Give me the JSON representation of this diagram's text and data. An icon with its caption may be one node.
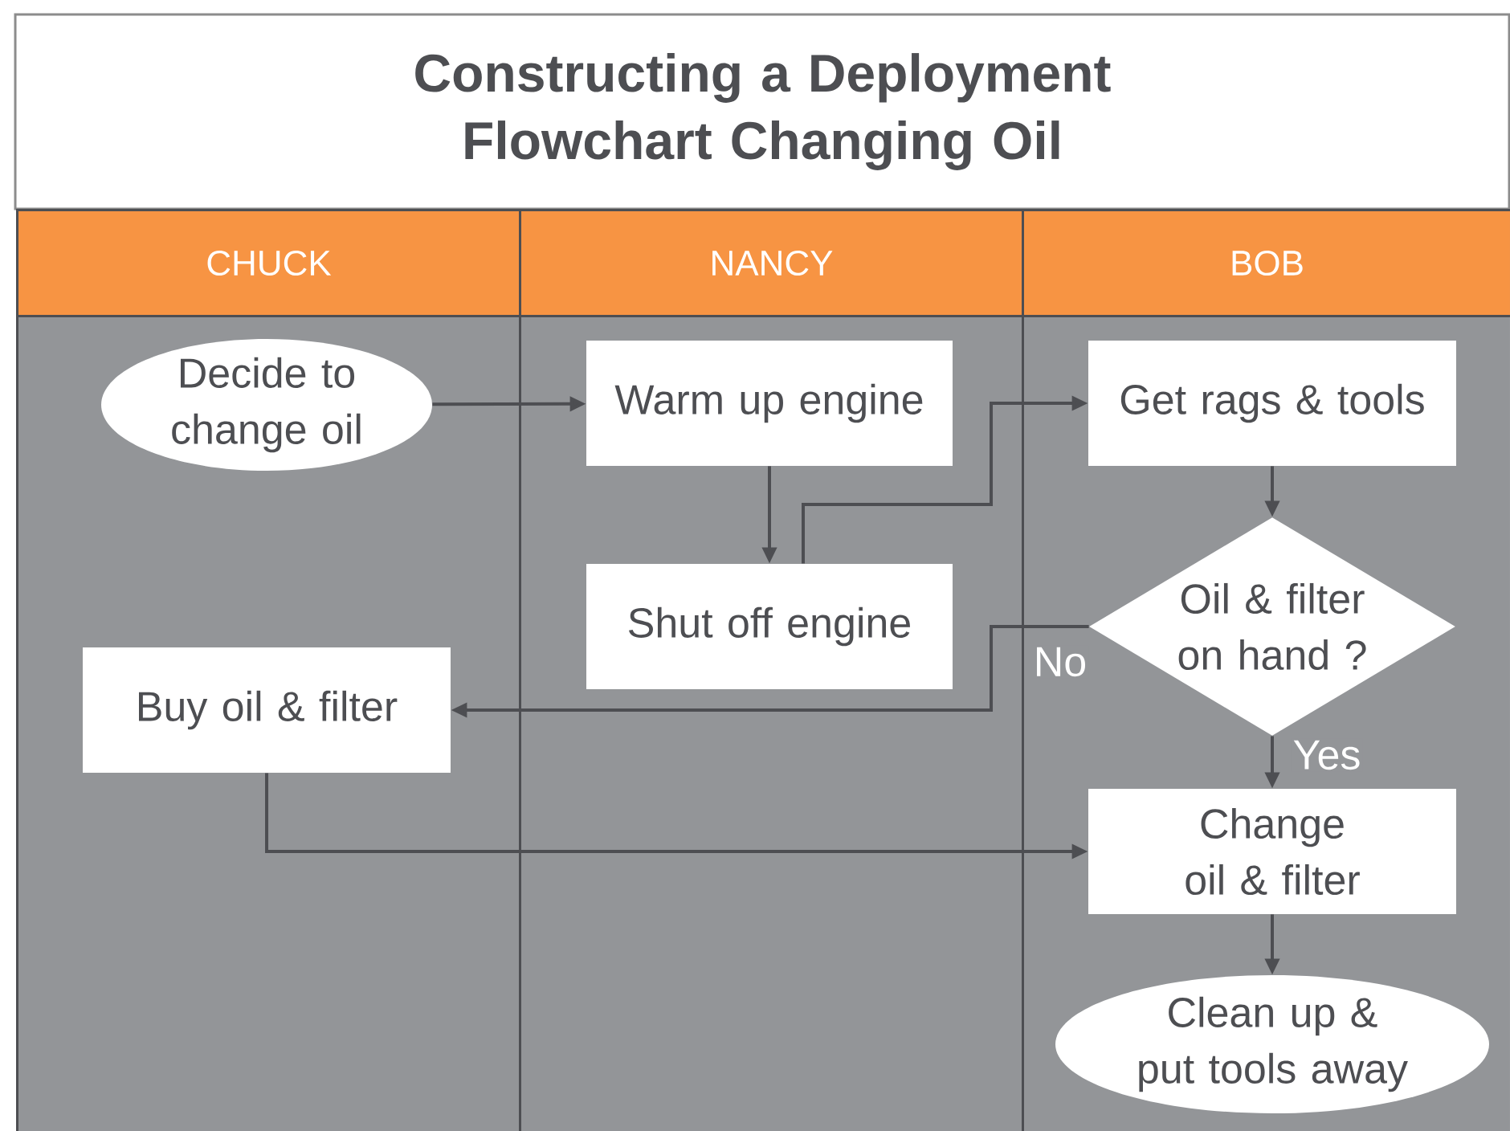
{
  "diagram": {
    "title": "Constructing a Deployment Flowchart Changing Oil",
    "nodes": [
      {
        "text": [
          "CHUCK"
        ]
      },
      {
        "text": [
          "NANCY"
        ]
      },
      {
        "text": [
          "BOB"
        ]
      },
      {
        "text": [
          "Decide to change oil"
        ],
        "in": 0
      },
      {
        "text": [
          "Warm up engine"
        ],
        "in": 1
      },
      {
        "text": [
          "Get rags & tools"
        ],
        "in": 2
      },
      {
        "text": [
          "Shut off engine"
        ],
        "in": 1
      },
      {
        "text": [
          "Oil & filter on hand ?"
        ],
        "in": 2
      },
      {
        "text": [
          "Buy oil & filter"
        ],
        "in": 0
      },
      {
        "text": [
          "Change oil & filter"
        ],
        "in": 2
      },
      {
        "text": [
          "Clean up & put tools away"
        ],
        "in": 2
      }
    ],
    "edges": [
      {
        "from": 3,
        "to": 4,
        "arrow": "to"
      },
      {
        "from": 4,
        "to": 6,
        "arrow": "to"
      },
      {
        "from": 6,
        "to": 5,
        "arrow": "to"
      },
      {
        "from": 5,
        "to": 7,
        "arrow": "to"
      },
      {
        "from": 7,
        "to": 8,
        "arrow": "to",
        "label": "No"
      },
      {
        "from": 7,
        "to": 9,
        "arrow": "to",
        "label": "Yes"
      },
      {
        "from": 8,
        "to": 9,
        "arrow": "to"
      },
      {
        "from": 9,
        "to": 10,
        "arrow": "to"
      }
    ]
  }
}
